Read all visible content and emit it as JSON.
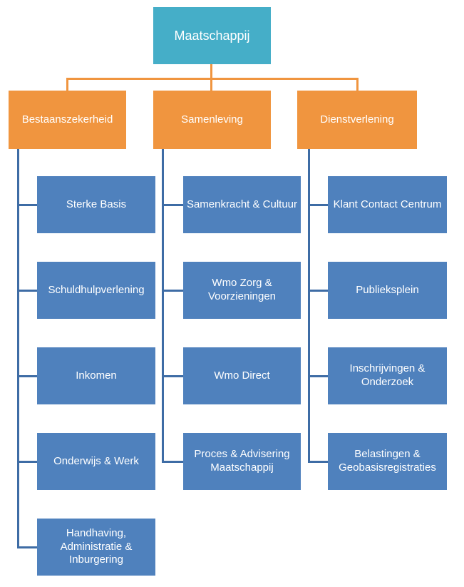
{
  "diagram": {
    "type": "org-chart",
    "root": {
      "label": "Maatschappij"
    },
    "branches": [
      {
        "label": "Bestaanszekerheid",
        "children": [
          {
            "label": "Sterke Basis"
          },
          {
            "label": "Schuldhulpverlening"
          },
          {
            "label": "Inkomen"
          },
          {
            "label": "Onderwijs & Werk"
          },
          {
            "label": "Handhaving, Administratie & Inburgering"
          }
        ]
      },
      {
        "label": "Samenleving",
        "children": [
          {
            "label": "Samenkracht & Cultuur"
          },
          {
            "label": "Wmo Zorg & Voorzieningen"
          },
          {
            "label": "Wmo Direct"
          },
          {
            "label": "Proces & Advisering Maatschappij"
          }
        ]
      },
      {
        "label": "Dienstverlening",
        "children": [
          {
            "label": "Klant Contact Centrum"
          },
          {
            "label": "Publieksplein"
          },
          {
            "label": "Inschrijvingen & Onderzoek"
          },
          {
            "label": "Belastingen & Geobasisregistraties"
          }
        ]
      }
    ],
    "colors": {
      "root_fill": "#45AEC8",
      "branch_fill": "#F0953F",
      "leaf_fill": "#4F81BD",
      "branch_line": "#F0953F",
      "leaf_line": "#3E6CA5",
      "text": "#FFFFFF"
    }
  }
}
